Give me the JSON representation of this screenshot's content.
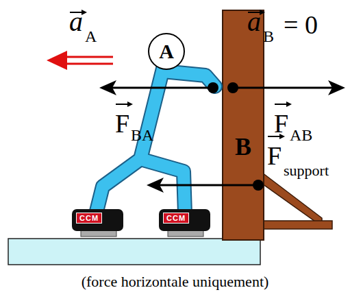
{
  "diagram": {
    "caption": "(force horizontale uniquement)",
    "nodes": [
      {
        "text": [
          "A"
        ]
      },
      {
        "text": [
          "B"
        ]
      }
    ],
    "labels": [
      "a",
      "A",
      "a",
      "B",
      "= 0",
      "F",
      "BA",
      "F",
      "AB",
      "F",
      "support",
      "CCM",
      "CCM"
    ]
  }
}
